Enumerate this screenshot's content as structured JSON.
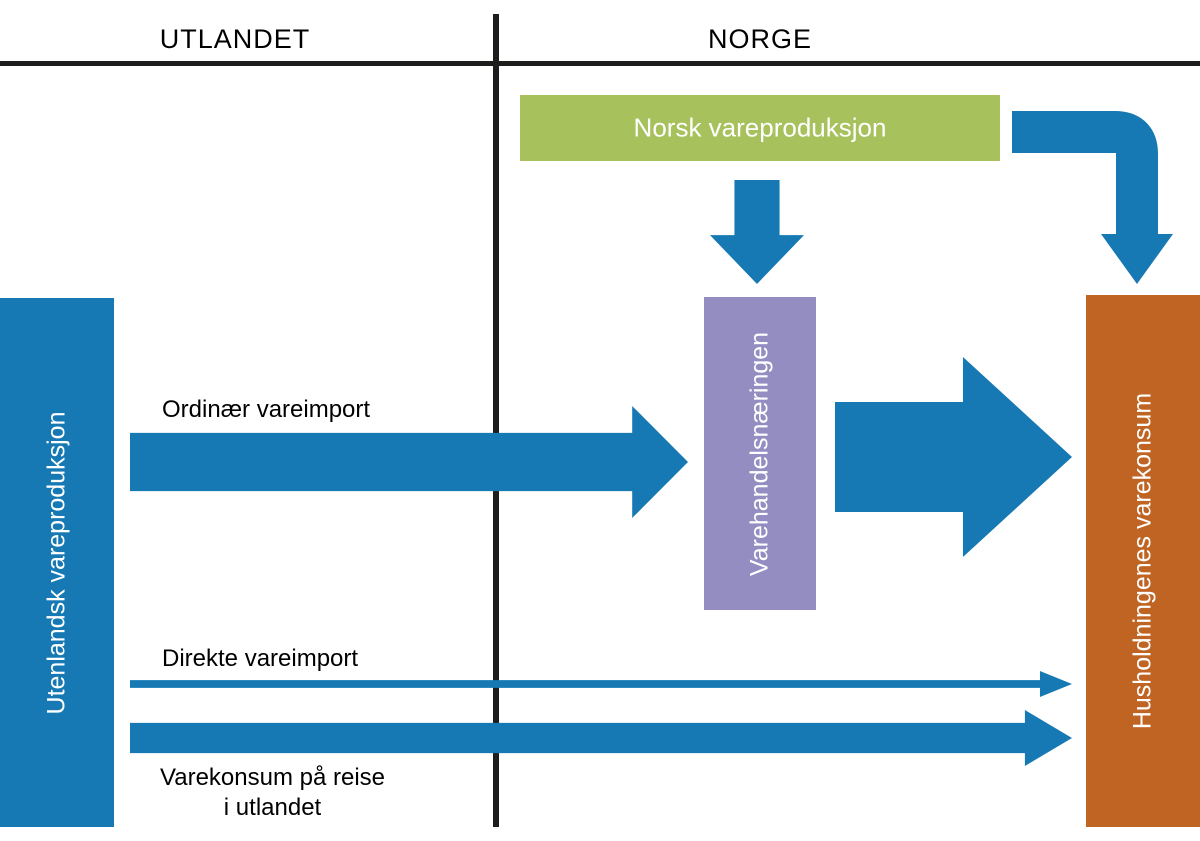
{
  "diagram": {
    "headers": {
      "left": "UTLANDET",
      "right": "NORGE"
    },
    "nodes": {
      "foreign_production": "Utenlandsk vareproduksjon",
      "norwegian_production": "Norsk vareproduksjon",
      "retail_industry": "Varehandelsnæringen",
      "household_consumption": "Husholdningenes varekonsum"
    },
    "flow_labels": {
      "ordinary_import": "Ordinær vareimport",
      "direct_import": "Direkte vareimport",
      "travel_consumption_lines": [
        "Varekonsum på reise",
        "i utlandet"
      ]
    },
    "colors": {
      "primary_blue": "#1679b3",
      "green": "#a7c25c",
      "purple": "#938dc1",
      "orange": "#c06423",
      "line_black": "#1d1d1b",
      "background": "#ffffff",
      "box_text": "#ffffff",
      "label_text": "#000000"
    }
  }
}
